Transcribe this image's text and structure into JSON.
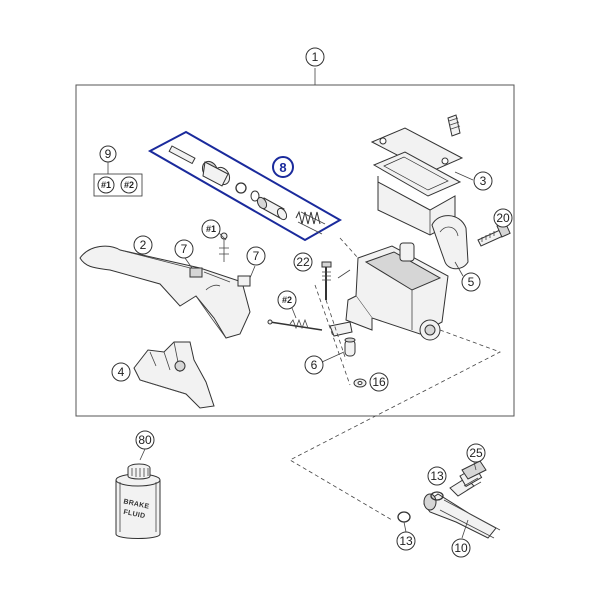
{
  "callouts": {
    "c1": "1",
    "c2": "2",
    "c3": "3",
    "c4": "4",
    "c5": "5",
    "c6": "6",
    "c7a": "7",
    "c7b": "7",
    "c8": "8",
    "c9": "9",
    "c10": "10",
    "c13a": "13",
    "c13b": "13",
    "c16": "16",
    "c20": "20",
    "c22": "22",
    "c25": "25",
    "c80": "80",
    "hash1a": "#1",
    "hash1b": "#1",
    "hash2a": "#2",
    "hash2b": "#2"
  },
  "bottle": {
    "label_line1": "BRAKE",
    "label_line2": "FLUID"
  },
  "colors": {
    "highlight": "#1a2a9c",
    "line": "#444444"
  }
}
